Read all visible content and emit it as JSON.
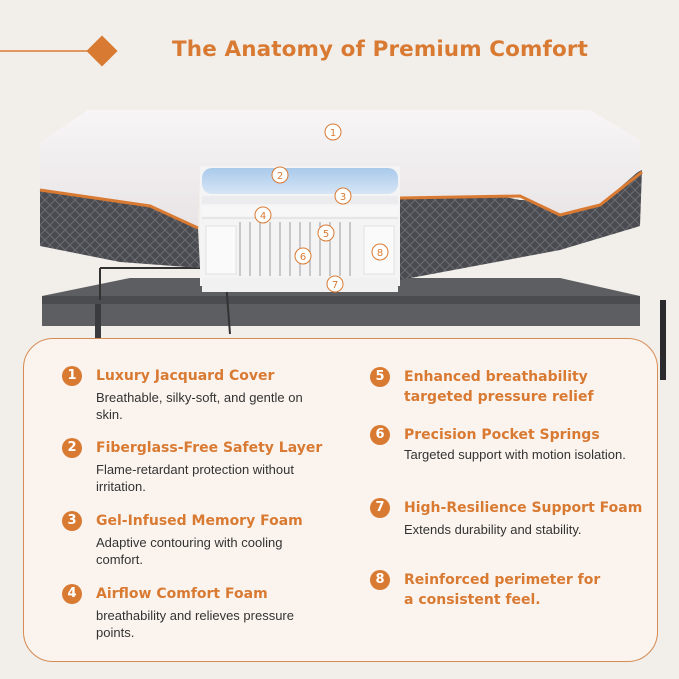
{
  "page": {
    "title": "The Anatomy of Premium Comfort"
  },
  "colors": {
    "accent": "#d97a33",
    "background": "#f2efea",
    "card": "#fbf4ee"
  },
  "diagram_labels": [
    "1",
    "2",
    "3",
    "4",
    "5",
    "6",
    "7",
    "8"
  ],
  "features": [
    {
      "number": "1",
      "title": "Luxury Jacquard Cover",
      "desc": "Breathable, silky-soft, and gentle on skin."
    },
    {
      "number": "2",
      "title": "Fiberglass-Free Safety Layer",
      "desc": "Flame-retardant protection without irritation."
    },
    {
      "number": "3",
      "title": "Gel-Infused Memory Foam",
      "desc": "Adaptive contouring with cooling comfort."
    },
    {
      "number": "4",
      "title": "Airflow Comfort Foam",
      "desc": "breathability and relieves pressure points."
    },
    {
      "number": "5",
      "title": "Enhanced breathability targeted pressure relief",
      "desc": ""
    },
    {
      "number": "6",
      "title": "Precision Pocket Springs",
      "desc": "Targeted support with motion isolation."
    },
    {
      "number": "7",
      "title": "High-Resilience Support Foam",
      "desc": "Extends durability and stability."
    },
    {
      "number": "8",
      "title": "Reinforced perimeter for a consistent feel.",
      "desc": ""
    }
  ]
}
